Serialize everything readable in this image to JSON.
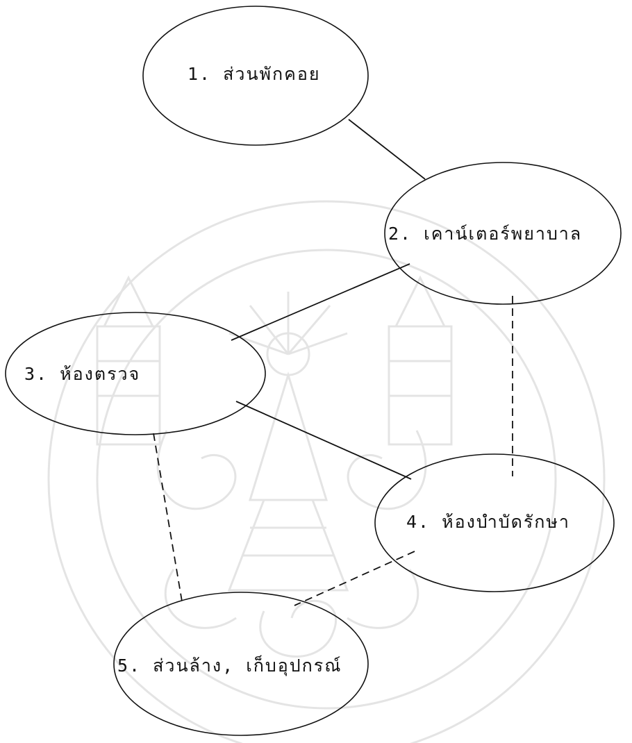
{
  "diagram": {
    "nodes": [
      {
        "id": "n1",
        "label": "1. ส่วนพักคอย"
      },
      {
        "id": "n2",
        "label": "2. เคาน์เตอร์พยาบาล"
      },
      {
        "id": "n3",
        "label": "3. ห้องตรวจ"
      },
      {
        "id": "n4",
        "label": "4. ห้องบำบัดรักษา"
      },
      {
        "id": "n5",
        "label": "5. ส่วนล้าง, เก็บอุปกรณ์"
      }
    ],
    "edges": [
      {
        "from": "n1",
        "to": "n2",
        "style": "solid"
      },
      {
        "from": "n2",
        "to": "n3",
        "style": "solid"
      },
      {
        "from": "n3",
        "to": "n4",
        "style": "solid"
      },
      {
        "from": "n2",
        "to": "n4",
        "style": "dashed"
      },
      {
        "from": "n3",
        "to": "n5",
        "style": "dashed"
      },
      {
        "from": "n4",
        "to": "n5",
        "style": "dashed"
      }
    ]
  },
  "watermark": {
    "description_icon": "university-seal-watermark",
    "color": "#e4e4e4"
  }
}
